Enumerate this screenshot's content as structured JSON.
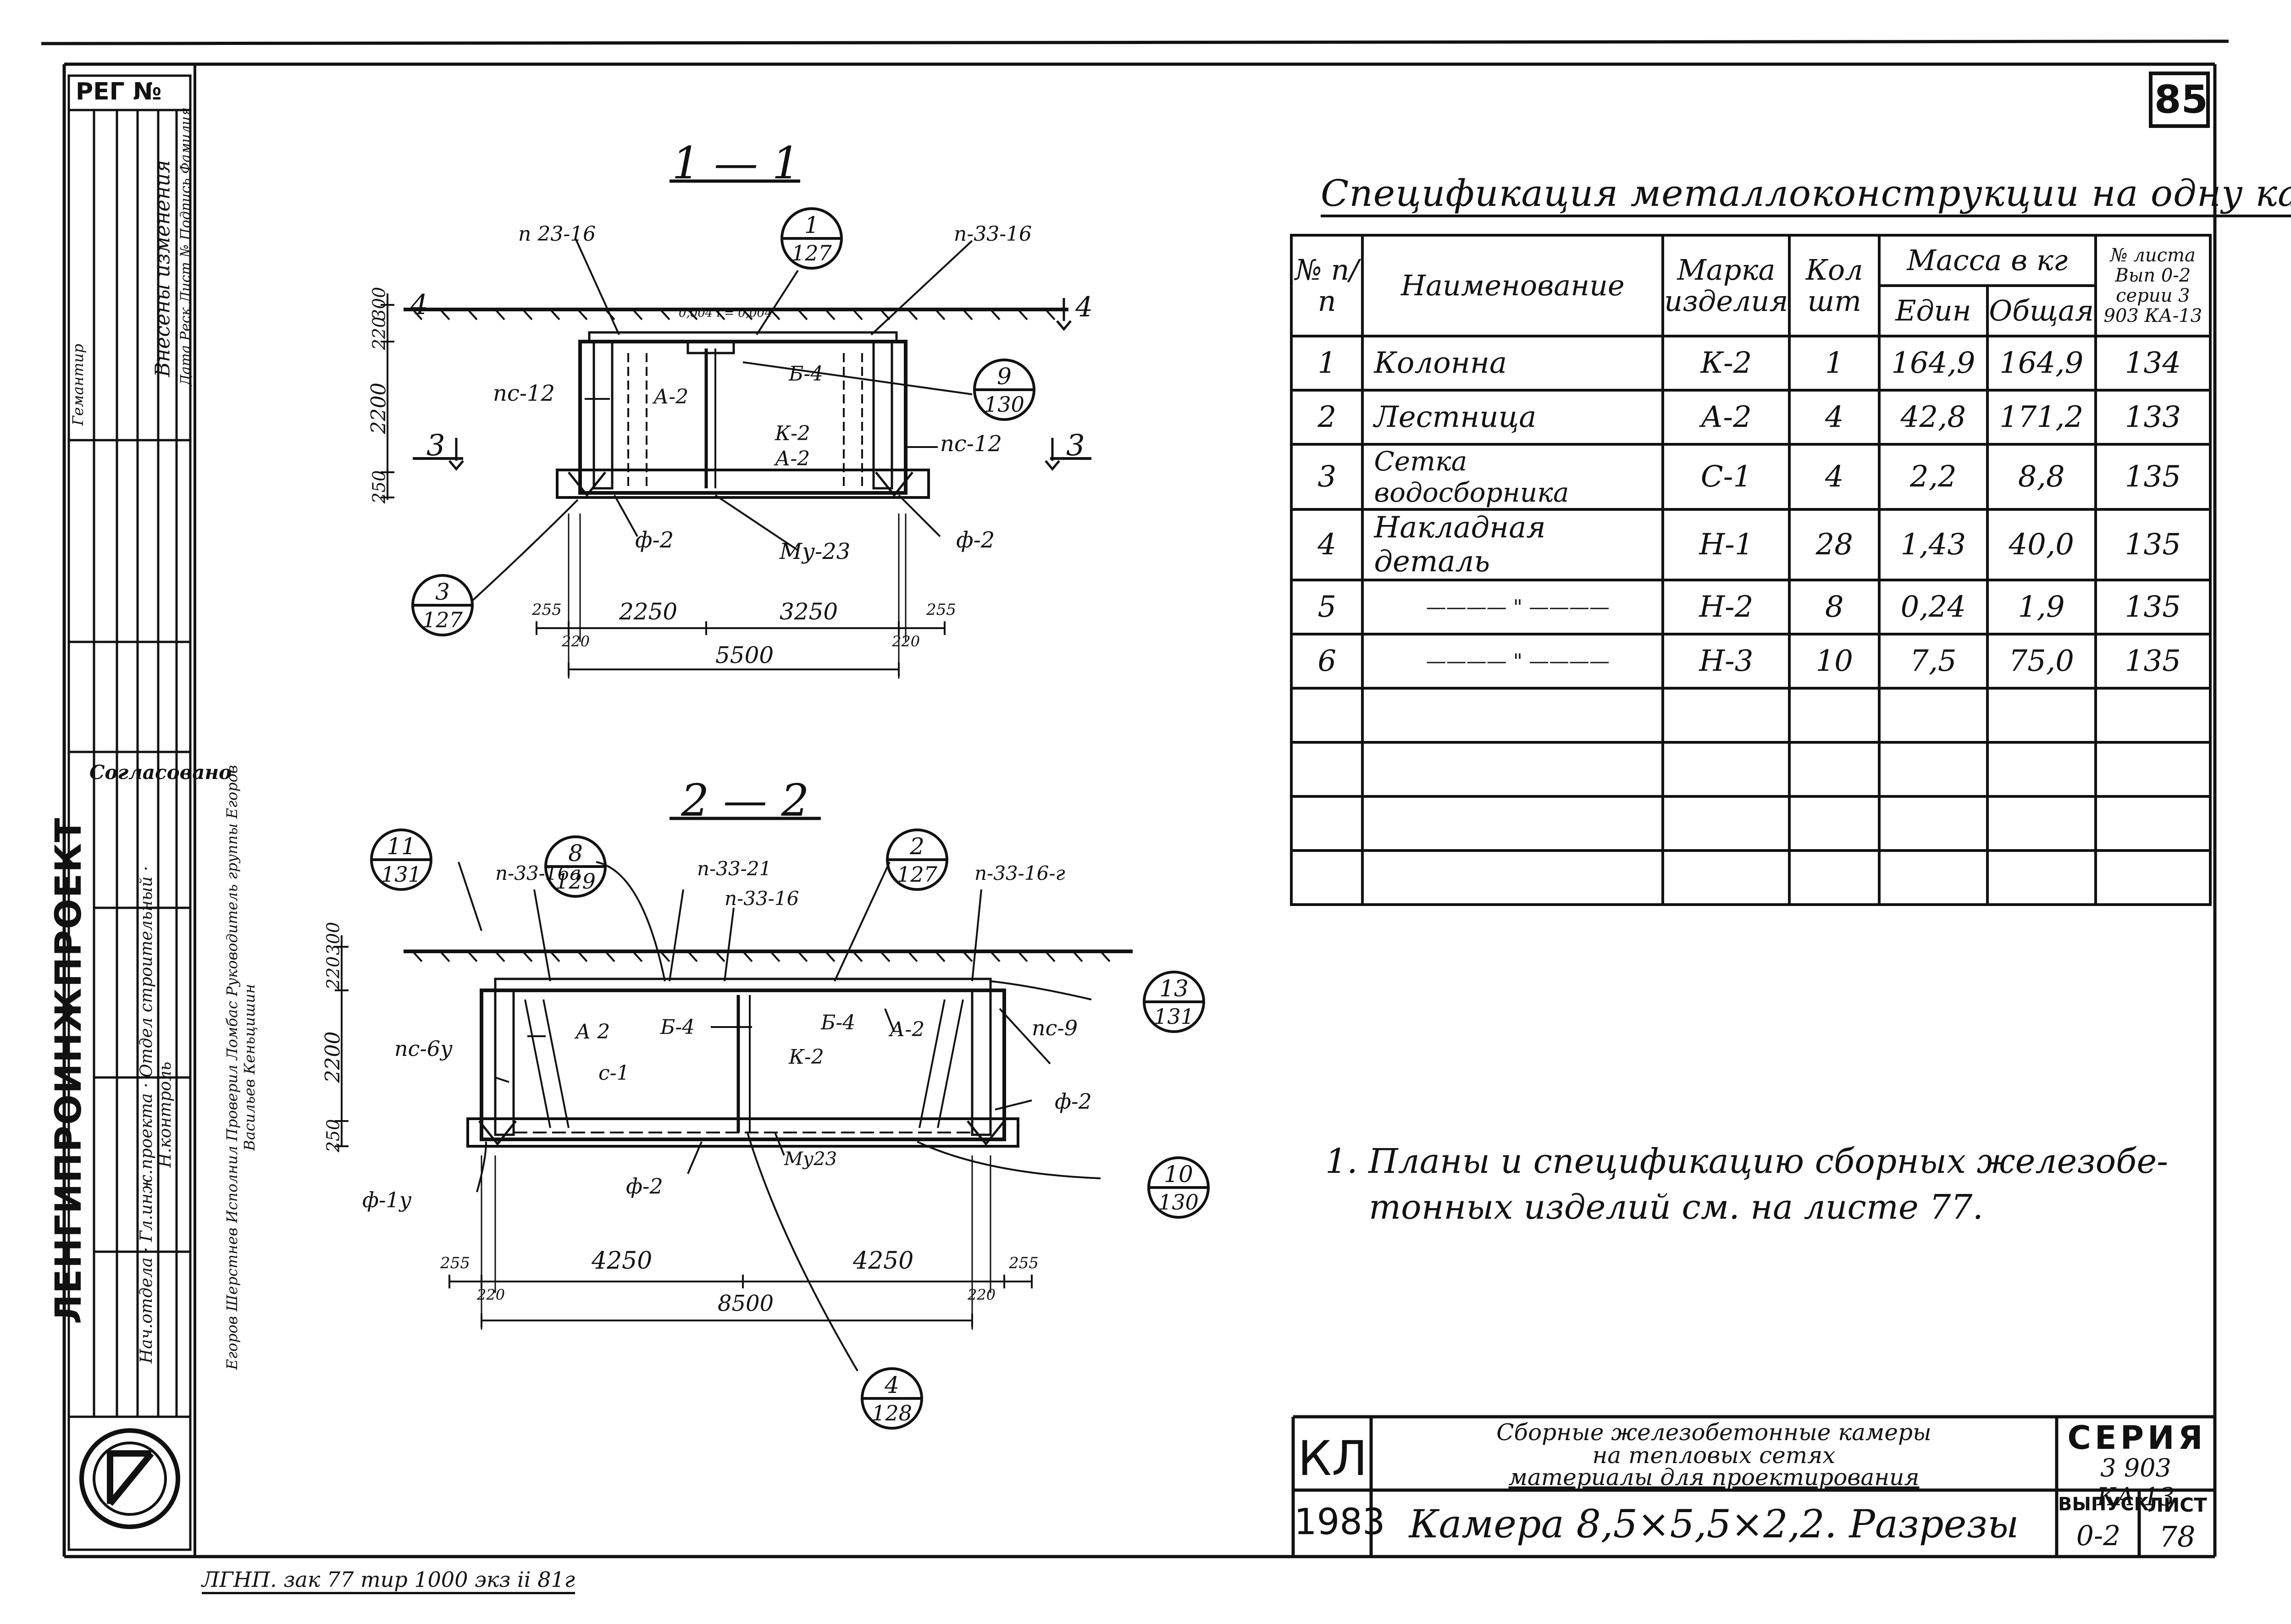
{
  "sheet": {
    "sheet_number_top": "85",
    "reg_label": "РЕГ №",
    "footer_print_note": "ЛГНП. зак 77 тир 1000 экз  ii 81г"
  },
  "left_margin": {
    "approval_label": "Согласовано",
    "changes_header": "Внесены изменения",
    "changes_cols": "Дата Реск Лист № Подпись Фамилия",
    "changes_note": "Гемантир",
    "org_name": "ЛЕНГИПРОИНЖПРОЕКТ",
    "roles": [
      "Нач.отдела",
      "Гл.инж.проекта",
      "Отдел строительный",
      "Н.контроль"
    ],
    "people": [
      "Егоров",
      "Шерстнев",
      "Исполнил",
      "Проверил",
      "Ломбас",
      "Руководитель группы",
      "Егоров",
      "Васильев",
      "Кеньцишин"
    ]
  },
  "section_1": {
    "title": "1 — 1",
    "labels": [
      "п 23-16",
      "п-33-16",
      "пс-12",
      "А-2",
      "К-2",
      "А-2",
      "Б-4",
      "пс-12",
      "ф-2",
      "Му-23",
      "ф-2"
    ],
    "callouts": [
      {
        "top": "1",
        "bottom": "127"
      },
      {
        "top": "9",
        "bottom": "130"
      },
      {
        "top": "3",
        "bottom": "127"
      }
    ],
    "section_marks": [
      "4",
      "4",
      "3",
      "3"
    ],
    "ground_note": "0,004 i = 0,004",
    "vertical_dims": [
      "300",
      "220",
      "2200",
      "250"
    ],
    "dims": [
      "255",
      "2250",
      "3250",
      "255",
      "220",
      "220",
      "5500"
    ]
  },
  "section_2": {
    "title": "2 — 2",
    "labels": [
      "п-33-16а",
      "п-33-21",
      "п-33-16",
      "п-33-16-г",
      "пс-6у",
      "А 2",
      "с-1",
      "Б-4",
      "К-2",
      "Б-4",
      "А-2",
      "пс-9",
      "ф-2",
      "ф-1у",
      "ф-2",
      "Му23"
    ],
    "callouts": [
      {
        "top": "11",
        "bottom": "131"
      },
      {
        "top": "8",
        "bottom": "129"
      },
      {
        "top": "2",
        "bottom": "127"
      },
      {
        "top": "13",
        "bottom": "131"
      },
      {
        "top": "10",
        "bottom": "130"
      },
      {
        "top": "4",
        "bottom": "128"
      }
    ],
    "vertical_dims": [
      "300",
      "220",
      "2200",
      "250"
    ],
    "dims": [
      "255",
      "4250",
      "4250",
      "255",
      "220",
      "220",
      "8500"
    ]
  },
  "spec": {
    "title": "Спецификация металлоконструкции на одну камеру",
    "headers": {
      "num": "№ п/п",
      "name": "Наименование",
      "mark": "Марка изделия",
      "qty": "Кол шт",
      "mass": "Масса в кг",
      "mass_unit": "Един",
      "mass_total": "Общая",
      "sheet": "№ листа Вып 0-2 серии 3 903 КА-13"
    },
    "rows": [
      {
        "num": "1",
        "name": "Колонна",
        "mark": "К-2",
        "qty": "1",
        "unit": "164,9",
        "total": "164,9",
        "sheet": "134"
      },
      {
        "num": "2",
        "name": "Лестница",
        "mark": "А-2",
        "qty": "4",
        "unit": "42,8",
        "total": "171,2",
        "sheet": "133"
      },
      {
        "num": "3",
        "name": "Сетка водосборника",
        "mark": "С-1",
        "qty": "4",
        "unit": "2,2",
        "total": "8,8",
        "sheet": "135"
      },
      {
        "num": "4",
        "name": "Накладная деталь",
        "mark": "Н-1",
        "qty": "28",
        "unit": "1,43",
        "total": "40,0",
        "sheet": "135"
      },
      {
        "num": "5",
        "name": "———— \" ————",
        "mark": "Н-2",
        "qty": "8",
        "unit": "0,24",
        "total": "1,9",
        "sheet": "135"
      },
      {
        "num": "6",
        "name": "———— \" ————",
        "mark": "Н-3",
        "qty": "10",
        "unit": "7,5",
        "total": "75,0",
        "sheet": "135"
      },
      {
        "num": "",
        "name": "",
        "mark": "",
        "qty": "",
        "unit": "",
        "total": "",
        "sheet": ""
      },
      {
        "num": "",
        "name": "",
        "mark": "",
        "qty": "",
        "unit": "",
        "total": "",
        "sheet": ""
      },
      {
        "num": "",
        "name": "",
        "mark": "",
        "qty": "",
        "unit": "",
        "total": "",
        "sheet": ""
      },
      {
        "num": "",
        "name": "",
        "mark": "",
        "qty": "",
        "unit": "",
        "total": "",
        "sheet": ""
      }
    ]
  },
  "note": {
    "line1": "1. Планы и спецификацию сборных железобе-",
    "line2": "тонных изделий см. на листе 77."
  },
  "title_block": {
    "code": "КЛ",
    "year": "1983",
    "desc_line1": "Сборные железобетонные камеры",
    "desc_line2": "на тепловых сетях",
    "desc_line3": "материалы для проектирования",
    "sheet_title": "Камера 8,5×5,5×2,2. Разрезы",
    "series_label": "СЕРИЯ",
    "series_value": "3 903 КА-13",
    "issue_label": "ВЫПУСК",
    "issue_value": "0-2",
    "list_label": "ЛИСТ",
    "list_value": "78"
  }
}
